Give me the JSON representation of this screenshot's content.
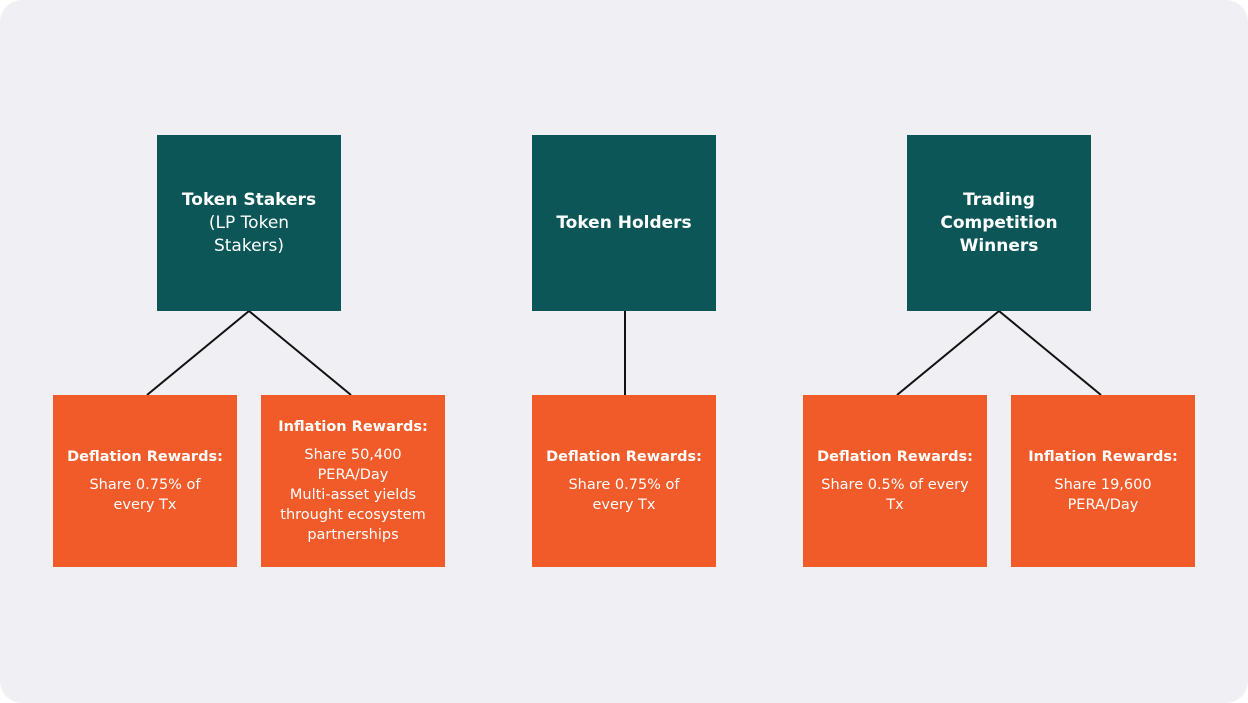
{
  "colors": {
    "background": "#f0eff4",
    "group_box": "#0c5657",
    "reward_box": "#f15a29",
    "text": "#ffffff",
    "connector": "#111111"
  },
  "groups": [
    {
      "title": "Token Stakers",
      "subtitle": "(LP Token\nStakers)",
      "rewards": [
        {
          "heading": "Deflation Rewards:",
          "body": "Share 0.75% of\nevery Tx"
        },
        {
          "heading": "Inflation Rewards:",
          "body": "Share 50,400\nPERA/Day\nMulti-asset yields\nthrought ecosystem\npartnerships"
        }
      ]
    },
    {
      "title": "Token Holders",
      "subtitle": "",
      "rewards": [
        {
          "heading": "Deflation Rewards:",
          "body": "Share 0.75% of\nevery Tx"
        }
      ]
    },
    {
      "title": "Trading\nCompetition\nWinners",
      "subtitle": "",
      "rewards": [
        {
          "heading": "Deflation Rewards:",
          "body": "Share 0.5% of every\nTx"
        },
        {
          "heading": "Inflation Rewards:",
          "body": "Share 19,600\nPERA/Day"
        }
      ]
    }
  ]
}
